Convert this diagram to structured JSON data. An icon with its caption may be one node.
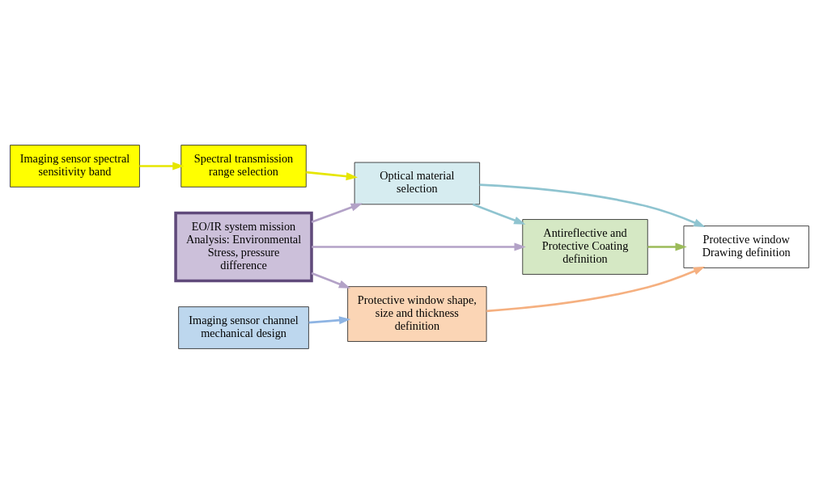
{
  "diagram": {
    "nodes": [
      {
        "text": [
          "Imaging sensor spectral sensitivity band"
        ]
      },
      {
        "text": [
          "Spectral transmission range selection"
        ]
      },
      {
        "text": [
          "Optical material selection"
        ]
      },
      {
        "text": [
          "Antireflective and Protective Coating definition"
        ]
      },
      {
        "text": [
          "EO/IR system mission Analysis: Environmental Stress, pressure difference"
        ]
      },
      {
        "text": [
          "Imaging sensor channel mechanical design"
        ]
      },
      {
        "text": [
          "Protective window shape, size and thickness definition"
        ]
      },
      {
        "text": [
          "Protective window Drawing definition"
        ]
      }
    ],
    "edges": [
      {
        "from": 0,
        "to": 1,
        "arrow": "to",
        "color": "#e6e600"
      },
      {
        "from": 1,
        "to": 2,
        "arrow": "to",
        "color": "#e6e600"
      },
      {
        "from": 2,
        "to": 3,
        "arrow": "to",
        "color": "#8fc4d0"
      },
      {
        "from": 2,
        "to": 7,
        "arrow": "to",
        "color": "#8fc4d0"
      },
      {
        "from": 3,
        "to": 7,
        "arrow": "to",
        "color": "#9bbb59"
      },
      {
        "from": 4,
        "to": 2,
        "arrow": "to",
        "color": "#b3a2c7"
      },
      {
        "from": 4,
        "to": 3,
        "arrow": "to",
        "color": "#b3a2c7"
      },
      {
        "from": 4,
        "to": 6,
        "arrow": "to",
        "color": "#b3a2c7"
      },
      {
        "from": 5,
        "to": 6,
        "arrow": "to",
        "color": "#8eb4e3"
      },
      {
        "from": 6,
        "to": 7,
        "arrow": "to",
        "color": "#f5b080"
      }
    ]
  }
}
